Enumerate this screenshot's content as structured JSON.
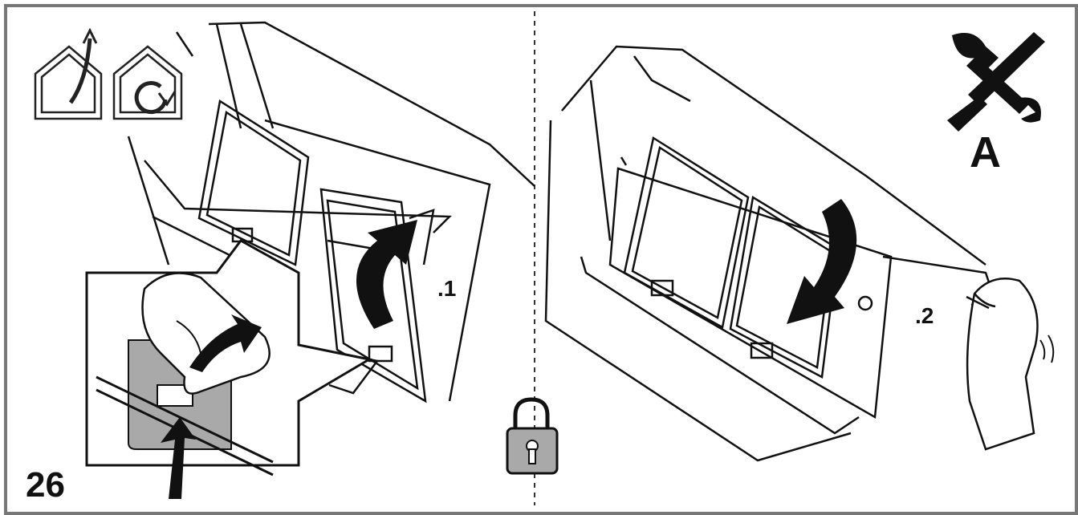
{
  "figure": {
    "number": "26",
    "step_labels": [
      ".1",
      ".2"
    ],
    "tool_letter": "A"
  },
  "icons": {
    "ducted_mode": "house-exhaust-icon",
    "recirculation_mode": "house-recirculation-icon",
    "tools": "wrench-screwdriver-icon",
    "lock": "padlock-icon"
  },
  "colors": {
    "frame": "#777777",
    "line": "#111111",
    "arrow": "#111111",
    "panel_gray": "#a9a9a9"
  }
}
